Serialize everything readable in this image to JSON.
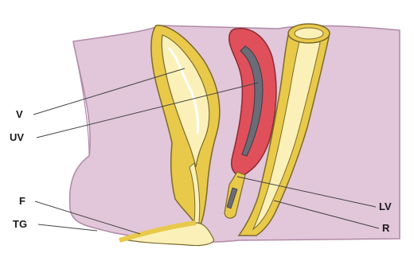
{
  "labels": {
    "v": "V",
    "uv": "UV",
    "f": "F",
    "tg": "TG",
    "lv": "LV",
    "r": "R"
  },
  "colors": {
    "background": "#ffffff",
    "tissue": "#e2c6da",
    "tissue_outline": "#b08aa6",
    "yellow_wall": "#e9c94a",
    "yellow_lumen": "#fbf1b8",
    "lumen_fold": "#ffffff",
    "outline": "#7a6a2a",
    "red_organ": "#e0505a",
    "red_lumen": "#6c6c78",
    "leader_line": "#444444"
  }
}
